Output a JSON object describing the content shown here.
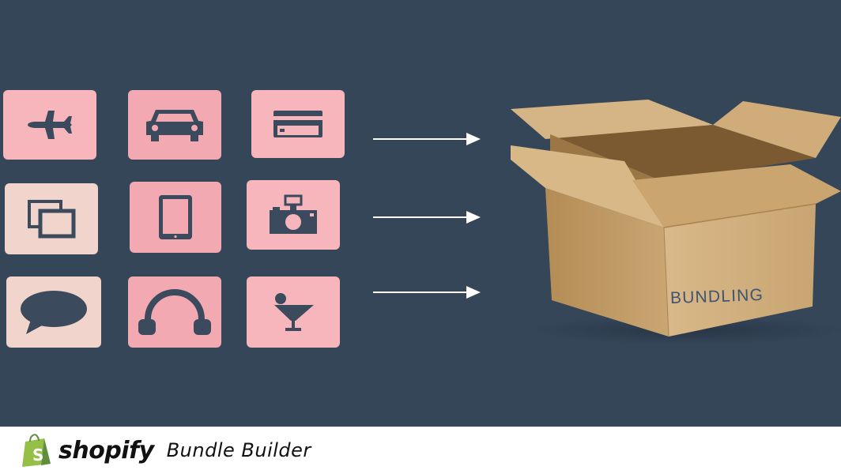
{
  "tiles": [
    {
      "icon": "airplane-icon",
      "color": "#f6b6bb"
    },
    {
      "icon": "car-icon",
      "color": "#f2a9b1"
    },
    {
      "icon": "credit-card-icon",
      "color": "#f6b6bb"
    },
    {
      "icon": "photos-icon",
      "color": "#f1d4cc"
    },
    {
      "icon": "tablet-icon",
      "color": "#f2a9b1"
    },
    {
      "icon": "camera-icon",
      "color": "#f6b6bb"
    },
    {
      "icon": "speech-bubble-icon",
      "color": "#f1d4cc"
    },
    {
      "icon": "headphones-icon",
      "color": "#f2a9b1"
    },
    {
      "icon": "cocktail-icon",
      "color": "#f6b6bb"
    }
  ],
  "box": {
    "label": "BUNDLING"
  },
  "footer": {
    "brand": "shopify",
    "product": "Bundle Builder"
  },
  "colors": {
    "background": "#354659",
    "icon": "#3b4a5c",
    "shopify_green": "#95bf47",
    "box": "#c8a572"
  }
}
